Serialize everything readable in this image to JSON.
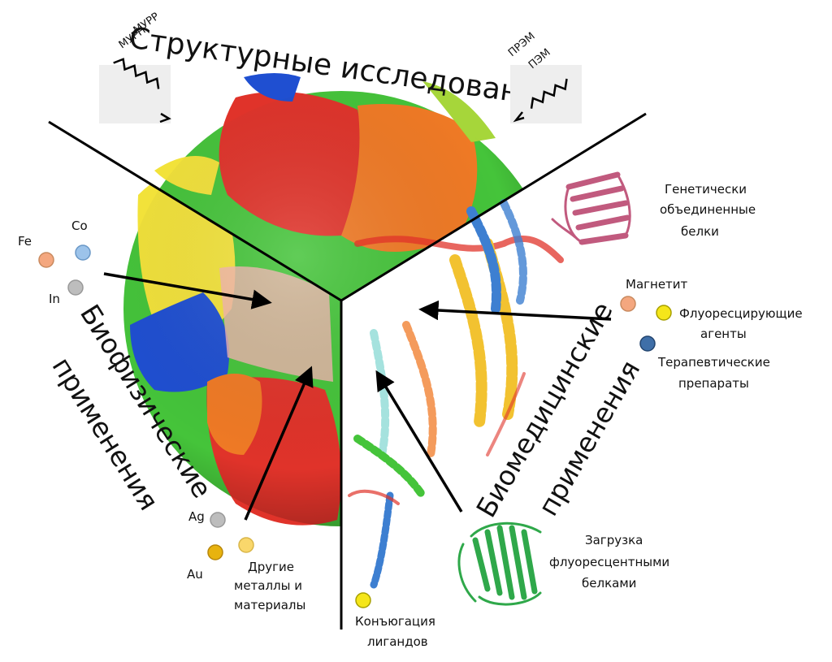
{
  "sections": {
    "structural": "Структурные исследования",
    "biophysical_line1": "Биофизические",
    "biophysical_line2": "применения",
    "biomedical_line1": "Биомедицинские",
    "biomedical_line2": "применения"
  },
  "methods": {
    "left_line1": "МУРР",
    "left_line2": "МУРН",
    "right_line1": "ПРЭМ",
    "right_line2": "ПЭМ"
  },
  "elements": [
    {
      "symbol": "Fe",
      "color": "#f4a77f"
    },
    {
      "symbol": "Co",
      "color": "#9cc3ea"
    },
    {
      "symbol": "In",
      "color": "#bdbdbd"
    },
    {
      "symbol": "Ag",
      "color": "#bdbdbd"
    },
    {
      "symbol": "Au",
      "color": "#e8b30f"
    }
  ],
  "other_metals": {
    "line1": "Другие",
    "line2": "металлы и",
    "line3": "материалы",
    "color": "#f9d76b"
  },
  "biomedical_items": {
    "fusion_line1": "Генетически",
    "fusion_line2": "объединенные",
    "fusion_line3": "белки",
    "magnetite": "Магнетит",
    "magnetite_color": "#f4a77f",
    "fluor_line1": "Флуоресцирующие",
    "fluor_line2": "агенты",
    "fluor_color": "#f5e61a",
    "thera_line1": "Терапевтические",
    "thera_line2": "препараты",
    "thera_color": "#3f6fa8",
    "gfp_line1": "Загрузка",
    "gfp_line2": "флуоресцентными",
    "gfp_line3": "белками",
    "ligand_line1": "Конъюгация",
    "ligand_line2": "лигандов",
    "ligand_color": "#f5e61a"
  },
  "colors": {
    "red": "#e0332a",
    "orange": "#f07a25",
    "green": "#45c43a",
    "yellow": "#f2e23a",
    "blue": "#1f4fd1",
    "lime": "#a6d63a"
  }
}
